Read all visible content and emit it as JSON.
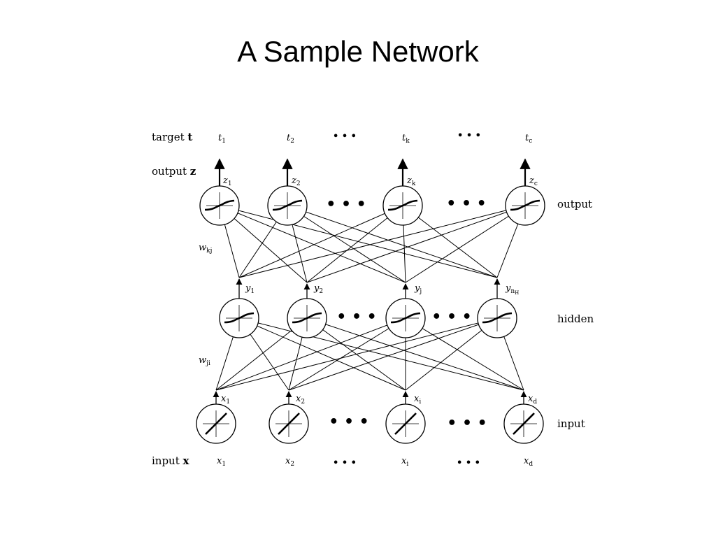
{
  "slide": {
    "title": "A Sample Network"
  },
  "diagram": {
    "row_labels": {
      "target": {
        "text": "target ",
        "bold": "t"
      },
      "output_z": {
        "text": "output ",
        "bold": "z"
      },
      "input_x": {
        "text": "input ",
        "bold": "x"
      }
    },
    "layer_labels": {
      "output": "output",
      "hidden": "hidden",
      "input": "input"
    },
    "weights": {
      "kj": {
        "base": "w",
        "sub": "kj"
      },
      "ji": {
        "base": "w",
        "sub": "ji"
      }
    },
    "targets": [
      {
        "base": "t",
        "sub": "1"
      },
      {
        "base": "t",
        "sub": "2"
      },
      {
        "base": "t",
        "sub": "k"
      },
      {
        "base": "t",
        "sub": "c"
      }
    ],
    "outputs": [
      {
        "base": "z",
        "sub": "1"
      },
      {
        "base": "z",
        "sub": "2"
      },
      {
        "base": "z",
        "sub": "k"
      },
      {
        "base": "z",
        "sub": "c"
      }
    ],
    "hidden_outputs": [
      {
        "base": "y",
        "sub": "1"
      },
      {
        "base": "y",
        "sub": "2"
      },
      {
        "base": "y",
        "sub": "j"
      },
      {
        "base": "y",
        "sub": "n",
        "subsub": "H"
      }
    ],
    "input_arrows": [
      {
        "base": "x",
        "sub": "1"
      },
      {
        "base": "x",
        "sub": "2"
      },
      {
        "base": "x",
        "sub": "i"
      },
      {
        "base": "x",
        "sub": "d"
      }
    ],
    "inputs": [
      {
        "base": "x",
        "sub": "1"
      },
      {
        "base": "x",
        "sub": "2"
      },
      {
        "base": "x",
        "sub": "i"
      },
      {
        "base": "x",
        "sub": "d"
      }
    ],
    "ellipsis": "• • •",
    "ellipsis_small": "• • •"
  }
}
